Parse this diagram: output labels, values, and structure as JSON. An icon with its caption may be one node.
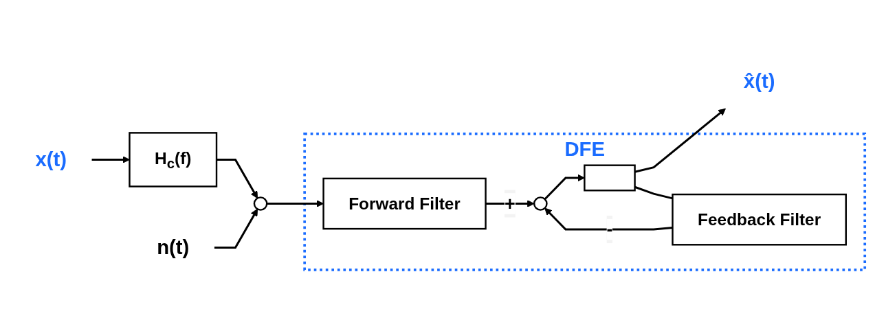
{
  "diagram": {
    "nodes": [
      {
        "text": [
          "x(t)"
        ]
      },
      {
        "text": [
          "H$_{c}$(f)"
        ]
      },
      {
        "text": [
          "n(t)"
        ]
      },
      {
        "text": [],
        "shape": "circle"
      },
      {
        "text": [
          "DFE"
        ]
      },
      {
        "text": [
          "Forward Filter"
        ],
        "in": 4
      },
      {
        "text": [],
        "shape": "circle",
        "in": 4
      },
      {
        "text": [],
        "shape": "box",
        "in": 4
      },
      {
        "text": [
          "Feedback Filter"
        ],
        "in": 4
      },
      {
        "text": [
          "x̂(t)"
        ]
      }
    ],
    "edges": [
      {
        "from": 0,
        "to": 1,
        "arrow": "to"
      },
      {
        "from": 1,
        "to": 3,
        "arrow": "to"
      },
      {
        "from": 2,
        "to": 3,
        "arrow": "to"
      },
      {
        "from": 3,
        "to": 5,
        "arrow": "to"
      },
      {
        "from": 5,
        "to": 6,
        "arrow": "to",
        "label": "+"
      },
      {
        "from": 6,
        "to": 7,
        "arrow": "to"
      },
      {
        "from": 7,
        "to": 9,
        "arrow": "to"
      },
      {
        "from": 7,
        "to": 8,
        "arrow": "none"
      },
      {
        "from": 8,
        "to": 6,
        "arrow": "to",
        "label": "-"
      }
    ]
  }
}
